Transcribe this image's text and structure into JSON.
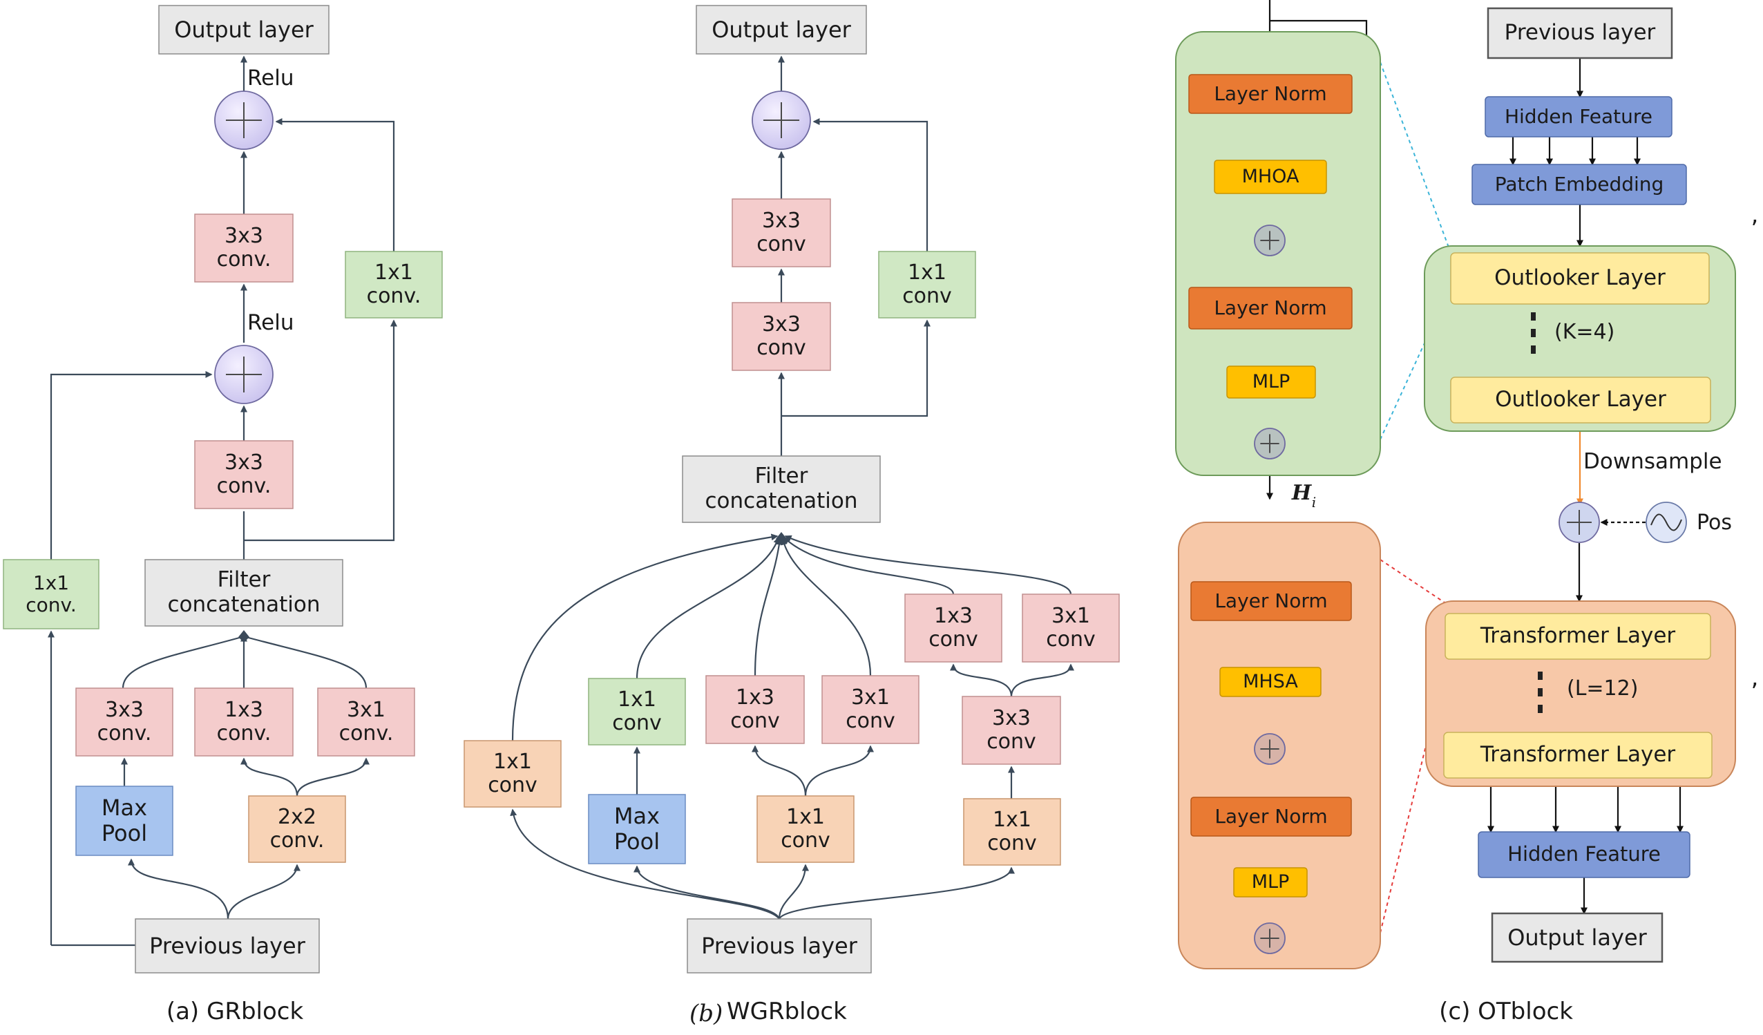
{
  "colors": {
    "gray_box": "#e8e8e8",
    "gray_border": "#8c8c8c",
    "pink": "#f4cccc",
    "pink_border": "#c08f8f",
    "green": "#d0e8c4",
    "green_border": "#8fb47e",
    "blue": "#a7c4ef",
    "blue_border": "#6a8cc2",
    "peach": "#f8d3b6",
    "peach_border": "#c9966f",
    "orange": "#e97a33",
    "orange_border": "#b85718",
    "gold": "#ffbf00",
    "gold_border": "#c79300",
    "yellow": "#ffeb9e",
    "yellow_border": "#c8b25a",
    "navy": "#7f9ad8",
    "navy_border": "#4f6aa8",
    "region_green": "#cfe5bf",
    "region_peach": "#f7c8a8",
    "arrow": "#3b4a5a"
  },
  "gr": {
    "caption": "(a) GRblock",
    "output": "Output layer",
    "relu_top": "Relu",
    "relu_mid": "Relu",
    "conv_top": "3x3\nconv.",
    "conv_mid": "3x3\nconv.",
    "res_right": "1x1\nconv.",
    "res_left": "1x1\nconv.",
    "filter": "Filter\nconcatenation",
    "b1": "3x3\nconv.",
    "b2": "1x3\nconv.",
    "b3": "3x1\nconv.",
    "maxpool": "Max\nPool",
    "conv2x2": "2x2\nconv.",
    "previous": "Previous layer"
  },
  "wgr": {
    "caption_italic": "(b)",
    "caption_rest": " WGRblock",
    "output": "Output layer",
    "conv_top": "3x3\nconv",
    "conv_mid": "3x3\nconv",
    "res_right": "1x1\nconv",
    "filter": "Filter\nconcatenation",
    "far_left": "1x1\nconv",
    "c1x1_green": "1x1\nconv",
    "c1x3": "1x3\nconv",
    "c3x1": "3x1\nconv",
    "r1x3": "1x3\nconv",
    "r3x1": "3x1\nconv",
    "r3x3": "3x3\nconv",
    "maxpool": "Max\nPool",
    "mid1x1": "1x1\nconv",
    "right1x1": "1x1\nconv",
    "previous": "Previous layer"
  },
  "ot": {
    "caption": "(c)  OTblock",
    "ln1": "Layer Norm",
    "mhoa": "MHOA",
    "ln2": "Layer Norm",
    "mlp1": "MLP",
    "hi_main": "H",
    "hi_sub": "i",
    "ln3": "Layer Norm",
    "mhsa": "MHSA",
    "ln4": "Layer Norm",
    "mlp2": "MLP",
    "previous": "Previous layer",
    "hidden1": "Hidden Feature",
    "patch": "Patch Embedding",
    "outlooker1": "Outlooker Layer",
    "k": "(K=4)",
    "outlooker2": "Outlooker Layer",
    "downsample": "Downsample",
    "pos": "Pos",
    "trans1": "Transformer Layer",
    "l": "(L=12)",
    "trans2": "Transformer Layer",
    "hidden2": "Hidden Feature",
    "output": "Output layer",
    "comma1": ",",
    "comma2": ","
  }
}
